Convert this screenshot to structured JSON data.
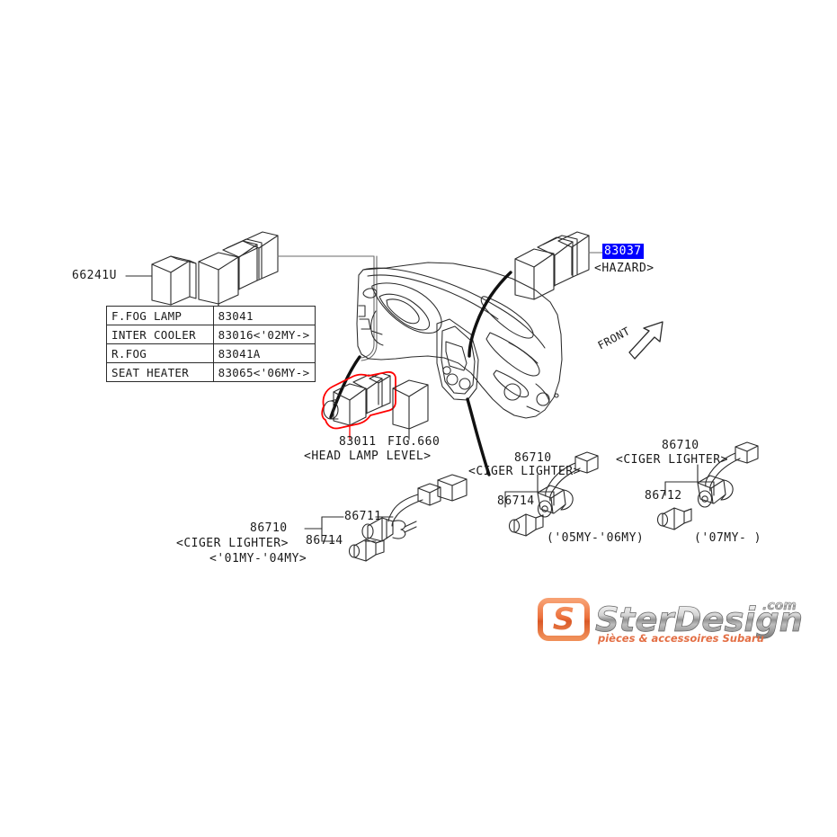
{
  "diagram": {
    "title": "Subaru switch / cigar lighter parts diagram",
    "orientation_marker": "FRONT",
    "colors": {
      "line": "#2b2b2b",
      "highlight_fill": "#0000ff",
      "highlight_text": "#ffffff",
      "selection_outline": "#ff0000",
      "background": "#ffffff"
    }
  },
  "callouts": {
    "blank_cover": "66241U",
    "hazard_number": "83037",
    "hazard_desc": "<HAZARD>",
    "head_lamp_number": "83011",
    "head_lamp_desc": "<HEAD LAMP LEVEL>",
    "fig_ref": "FIG.660"
  },
  "parts_table": {
    "rows": [
      {
        "name": "F.FOG LAMP",
        "part": "83041"
      },
      {
        "name": "INTER COOLER",
        "part": "83016<'02MY->"
      },
      {
        "name": "R.FOG",
        "part": "83041A"
      },
      {
        "name": "SEAT HEATER",
        "part": "83065<'06MY->"
      }
    ]
  },
  "cigar_lighter_groups": [
    {
      "id": "group-01my-04my",
      "assembly": "86710",
      "assembly_desc": "<CIGER LIGHTER>",
      "year_range": "<'01MY-'04MY>",
      "sub_parts": [
        "86711",
        "86714"
      ]
    },
    {
      "id": "group-05my-06my",
      "assembly": "86710",
      "assembly_desc": "<CIGER LIGHTER>",
      "year_range": "('05MY-'06MY)",
      "sub_parts": [
        "86714"
      ]
    },
    {
      "id": "group-07my",
      "assembly": "86710",
      "assembly_desc": "<CIGER LIGHTER>",
      "year_range": "('07MY-  )",
      "sub_parts": [
        "86712"
      ]
    }
  ],
  "watermark": {
    "brand": "SterDesign",
    "tld": ".com",
    "tagline": "pièces & accessoires Subaru",
    "mark_letter": "S"
  }
}
